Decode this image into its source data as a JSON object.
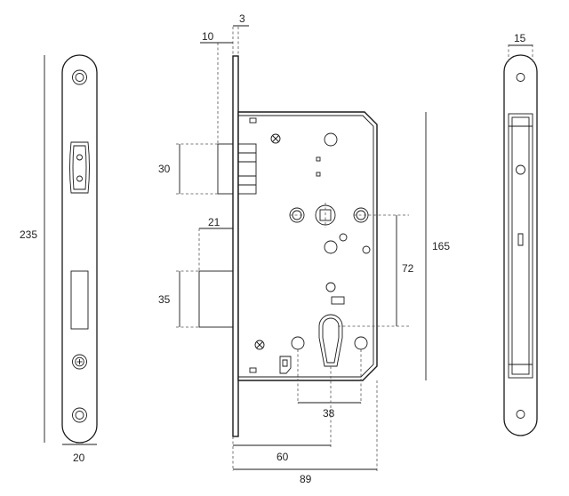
{
  "dimensions": {
    "faceplate_length": "235",
    "faceplate_width": "20",
    "cover_plate_thickness": "3",
    "latch_offset": "10",
    "latch_height": "30",
    "deadbolt_projection": "21",
    "deadbolt_height": "35",
    "spindle_to_cylinder": "72",
    "case_height": "165",
    "cylinder_spacing": "38",
    "backset": "60",
    "case_depth": "89",
    "side_width": "15"
  }
}
